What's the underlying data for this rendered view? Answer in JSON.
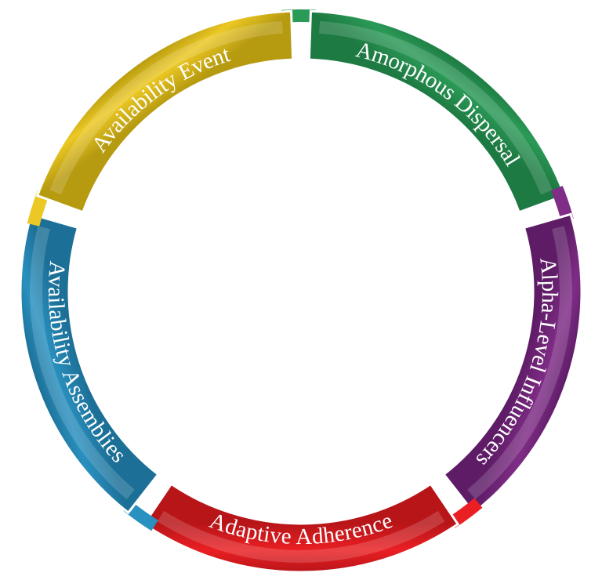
{
  "diagram": {
    "type": "cycle",
    "segments": [
      {
        "label": "Amorphous Dispersal",
        "color": "#2b9a57",
        "dark": "#1d7a42"
      },
      {
        "label": "Alpha-Level Influencers",
        "color": "#7f2d86",
        "dark": "#5e1c66"
      },
      {
        "label": "Adaptive Adherence",
        "color": "#ea1f23",
        "dark": "#b81519"
      },
      {
        "label": "Availability Assemblies",
        "color": "#2a90bf",
        "dark": "#1c6f96"
      },
      {
        "label": "Availability Event",
        "color": "#ecc824",
        "dark": "#b69a10"
      }
    ]
  }
}
